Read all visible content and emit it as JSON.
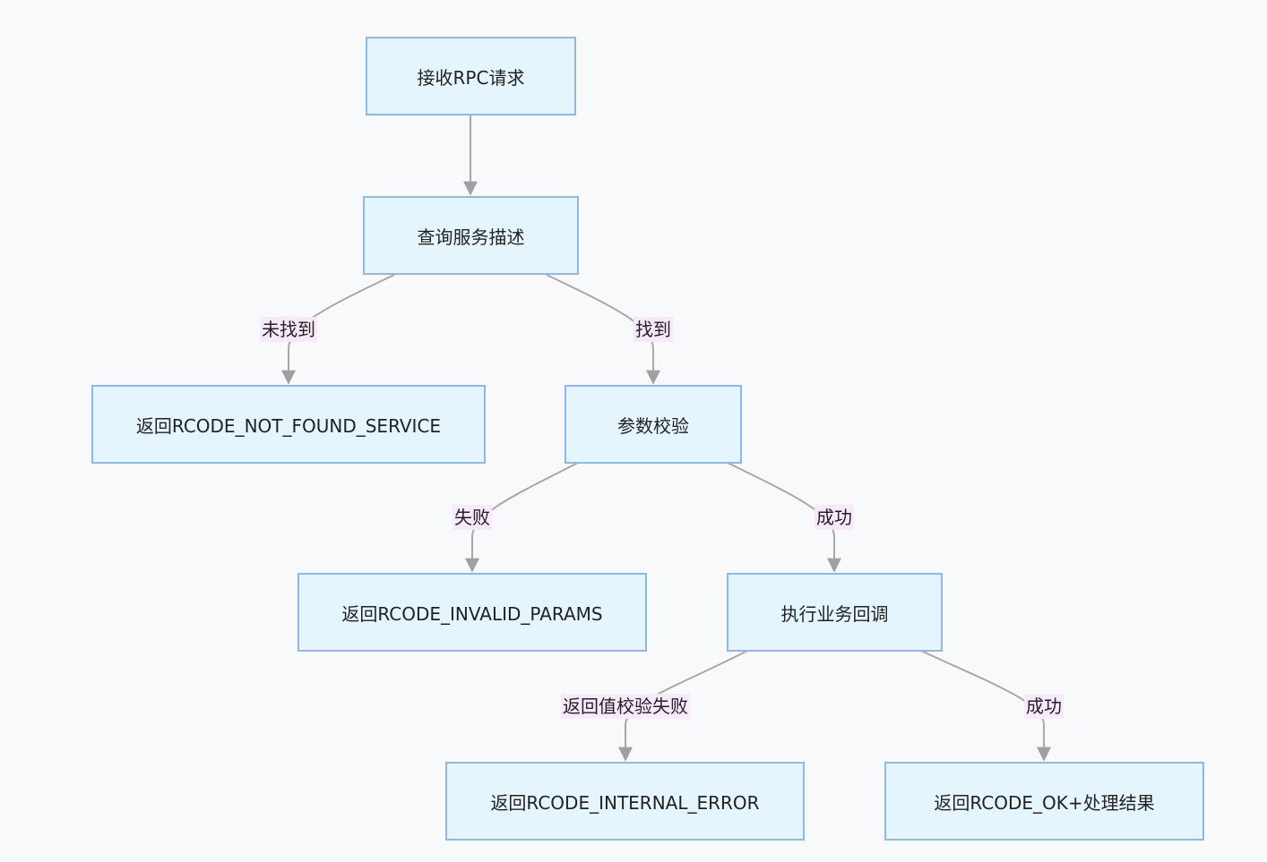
{
  "nodes": {
    "receive": "接收RPC请求",
    "query": "查询服务描述",
    "not_found": "返回RCODE_NOT_FOUND_SERVICE",
    "validate": "参数校验",
    "invalid": "返回RCODE_INVALID_PARAMS",
    "execute": "执行业务回调",
    "internal_error": "返回RCODE_INTERNAL_ERROR",
    "ok": "返回RCODE_OK+处理结果"
  },
  "edges": {
    "not_found": "未找到",
    "found": "找到",
    "fail": "失败",
    "success1": "成功",
    "retcheck_fail": "返回值校验失败",
    "success2": "成功"
  },
  "colors": {
    "node_fill": "#e4f5fd",
    "node_border": "#8fb8e8",
    "edge": "#a8a8a8",
    "label_bg": "#f7e9fb"
  }
}
